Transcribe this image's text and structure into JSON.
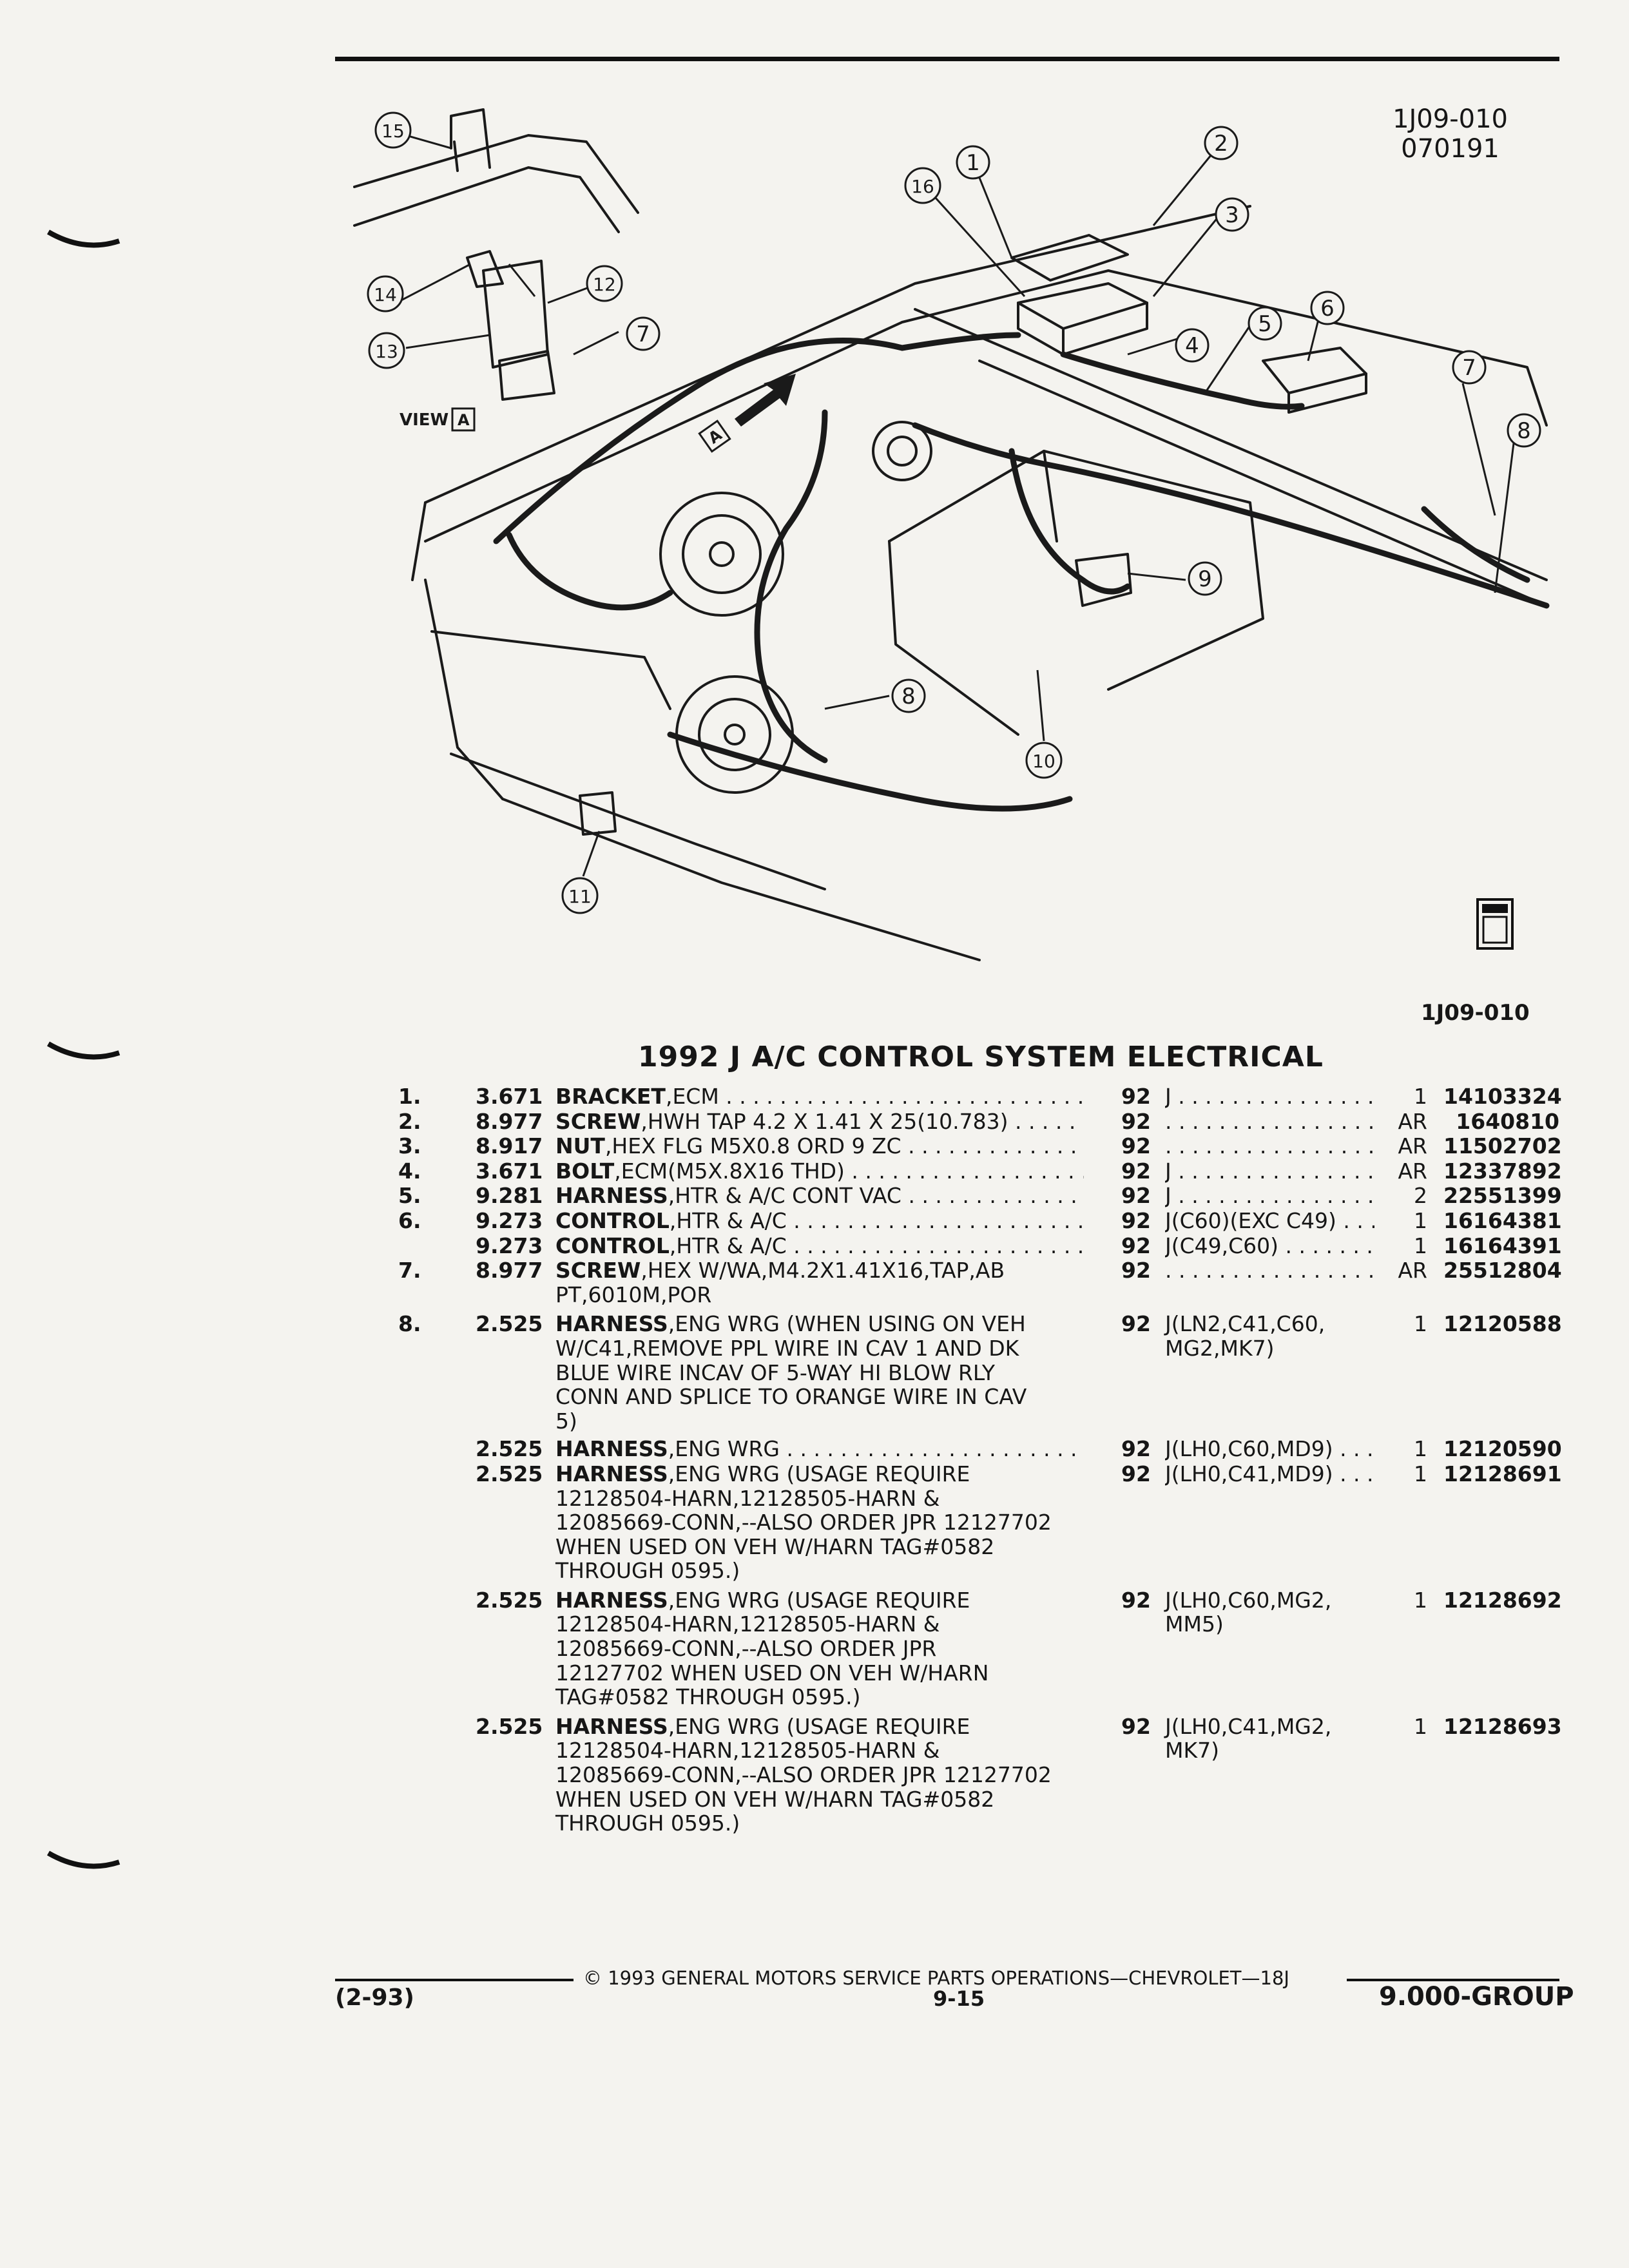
{
  "header": {
    "code": "1J09-010",
    "date": "070191"
  },
  "figure": {
    "label": "1J09-010",
    "view_label": "VIEW",
    "view_letter": "A",
    "callouts": [
      "1",
      "2",
      "3",
      "4",
      "5",
      "6",
      "7",
      "8",
      "9",
      "10",
      "11",
      "12",
      "13",
      "14",
      "15",
      "16"
    ]
  },
  "title": "1992 J A/C CONTROL SYSTEM ELECTRICAL",
  "parts": [
    {
      "idx": "1.",
      "group": "3.671",
      "name": "BRACKET",
      "desc": ",ECM",
      "year": "92",
      "usage": "J",
      "qty": "1",
      "part": "14103324"
    },
    {
      "idx": "2.",
      "group": "8.977",
      "name": "SCREW",
      "desc": ",HWH TAP 4.2 X 1.41 X 25(10.783)",
      "year": "92",
      "usage": "",
      "qty": "AR",
      "part": "1640810"
    },
    {
      "idx": "3.",
      "group": "8.917",
      "name": "NUT",
      "desc": ",HEX FLG M5X0.8 ORD 9 ZC",
      "year": "92",
      "usage": "",
      "qty": "AR",
      "part": "11502702"
    },
    {
      "idx": "4.",
      "group": "3.671",
      "name": "BOLT",
      "desc": ",ECM(M5X.8X16 THD)",
      "year": "92",
      "usage": "J",
      "qty": "AR",
      "part": "12337892"
    },
    {
      "idx": "5.",
      "group": "9.281",
      "name": "HARNESS",
      "desc": ",HTR & A/C CONT VAC",
      "year": "92",
      "usage": "J",
      "qty": "2",
      "part": "22551399"
    },
    {
      "idx": "6.",
      "group": "9.273",
      "name": "CONTROL",
      "desc": ",HTR & A/C",
      "year": "92",
      "usage": "J(C60)(EXC C49)",
      "qty": "1",
      "part": "16164381"
    },
    {
      "idx": "",
      "group": "9.273",
      "name": "CONTROL",
      "desc": ",HTR & A/C",
      "year": "92",
      "usage": "J(C49,C60)",
      "qty": "1",
      "part": "16164391"
    },
    {
      "idx": "7.",
      "group": "8.977",
      "name": "SCREW",
      "desc": ",HEX W/WA,M4.2X1.41X16,TAP,AB\nPT,6010M,POR",
      "year": "92",
      "usage": "",
      "qty": "AR",
      "part": "25512804"
    },
    {
      "idx": "8.",
      "group": "2.525",
      "name": "HARNESS",
      "desc": ",ENG WRG (WHEN USING ON VEH\nW/C41,REMOVE PPL WIRE IN CAV 1 AND DK\nBLUE WIRE INCAV OF 5-WAY HI BLOW RLY\nCONN AND SPLICE TO ORANGE WIRE IN CAV\n5)",
      "year": "92",
      "usage": "J(LN2,C41,C60,\nMG2,MK7)",
      "qty": "1",
      "part": "12120588"
    },
    {
      "idx": "",
      "group": "2.525",
      "name": "HARNESS",
      "desc": ",ENG WRG",
      "year": "92",
      "usage": "J(LH0,C60,MD9)",
      "qty": "1",
      "part": "12120590"
    },
    {
      "idx": "",
      "group": "2.525",
      "name": "HARNESS",
      "desc": ",ENG WRG (USAGE REQUIRE\n12128504-HARN,12128505-HARN &\n12085669-CONN,--ALSO ORDER JPR 12127702\nWHEN USED ON VEH W/HARN TAG#0582\nTHROUGH 0595.)",
      "year": "92",
      "usage": "J(LH0,C41,MD9)",
      "qty": "1",
      "part": "12128691"
    },
    {
      "idx": "",
      "group": "2.525",
      "name": "HARNESS",
      "desc": ",ENG WRG (USAGE REQUIRE\n12128504-HARN,12128505-HARN &\n12085669-CONN,--ALSO ORDER JPR\n12127702 WHEN USED ON VEH W/HARN\nTAG#0582 THROUGH 0595.)",
      "year": "92",
      "usage": "J(LH0,C60,MG2,\nMM5)",
      "qty": "1",
      "part": "12128692"
    },
    {
      "idx": "",
      "group": "2.525",
      "name": "HARNESS",
      "desc": ",ENG WRG (USAGE REQUIRE\n12128504-HARN,12128505-HARN &\n12085669-CONN,--ALSO ORDER JPR 12127702\nWHEN USED ON VEH W/HARN TAG#0582\nTHROUGH 0595.)",
      "year": "92",
      "usage": "J(LH0,C41,MG2,\nMK7)",
      "qty": "1",
      "part": "12128693"
    }
  ],
  "footer": {
    "copyright": "© 1993 GENERAL MOTORS SERVICE PARTS OPERATIONS—CHEVROLET—18J",
    "revision": "(2-93)",
    "page": "9-15",
    "group": "9.000-GROUP"
  }
}
